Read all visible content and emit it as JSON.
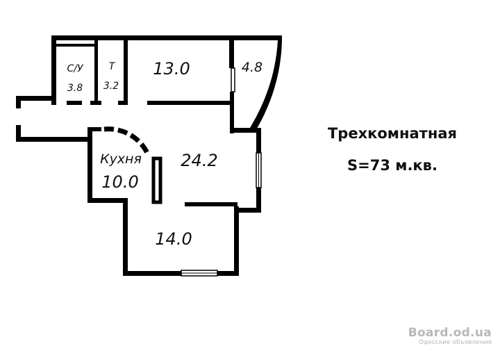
{
  "rooms": {
    "bathroom": {
      "label": "С/У",
      "area": "3.8"
    },
    "toilet": {
      "label": "Т",
      "area": "3.2"
    },
    "room1": {
      "area": "13.0"
    },
    "balcony": {
      "area": "4.8"
    },
    "kitchen": {
      "label": "Кухня",
      "area": "10.0"
    },
    "living": {
      "area": "24.2"
    },
    "room3": {
      "area": "14.0"
    }
  },
  "title": {
    "type": "Трехкомнатная",
    "area": "S=73 м.кв."
  },
  "watermark": {
    "site": "Board.od.ua",
    "tagline": "Одесские объявления"
  },
  "colors": {
    "wall": "#000000",
    "background": "#ffffff"
  }
}
